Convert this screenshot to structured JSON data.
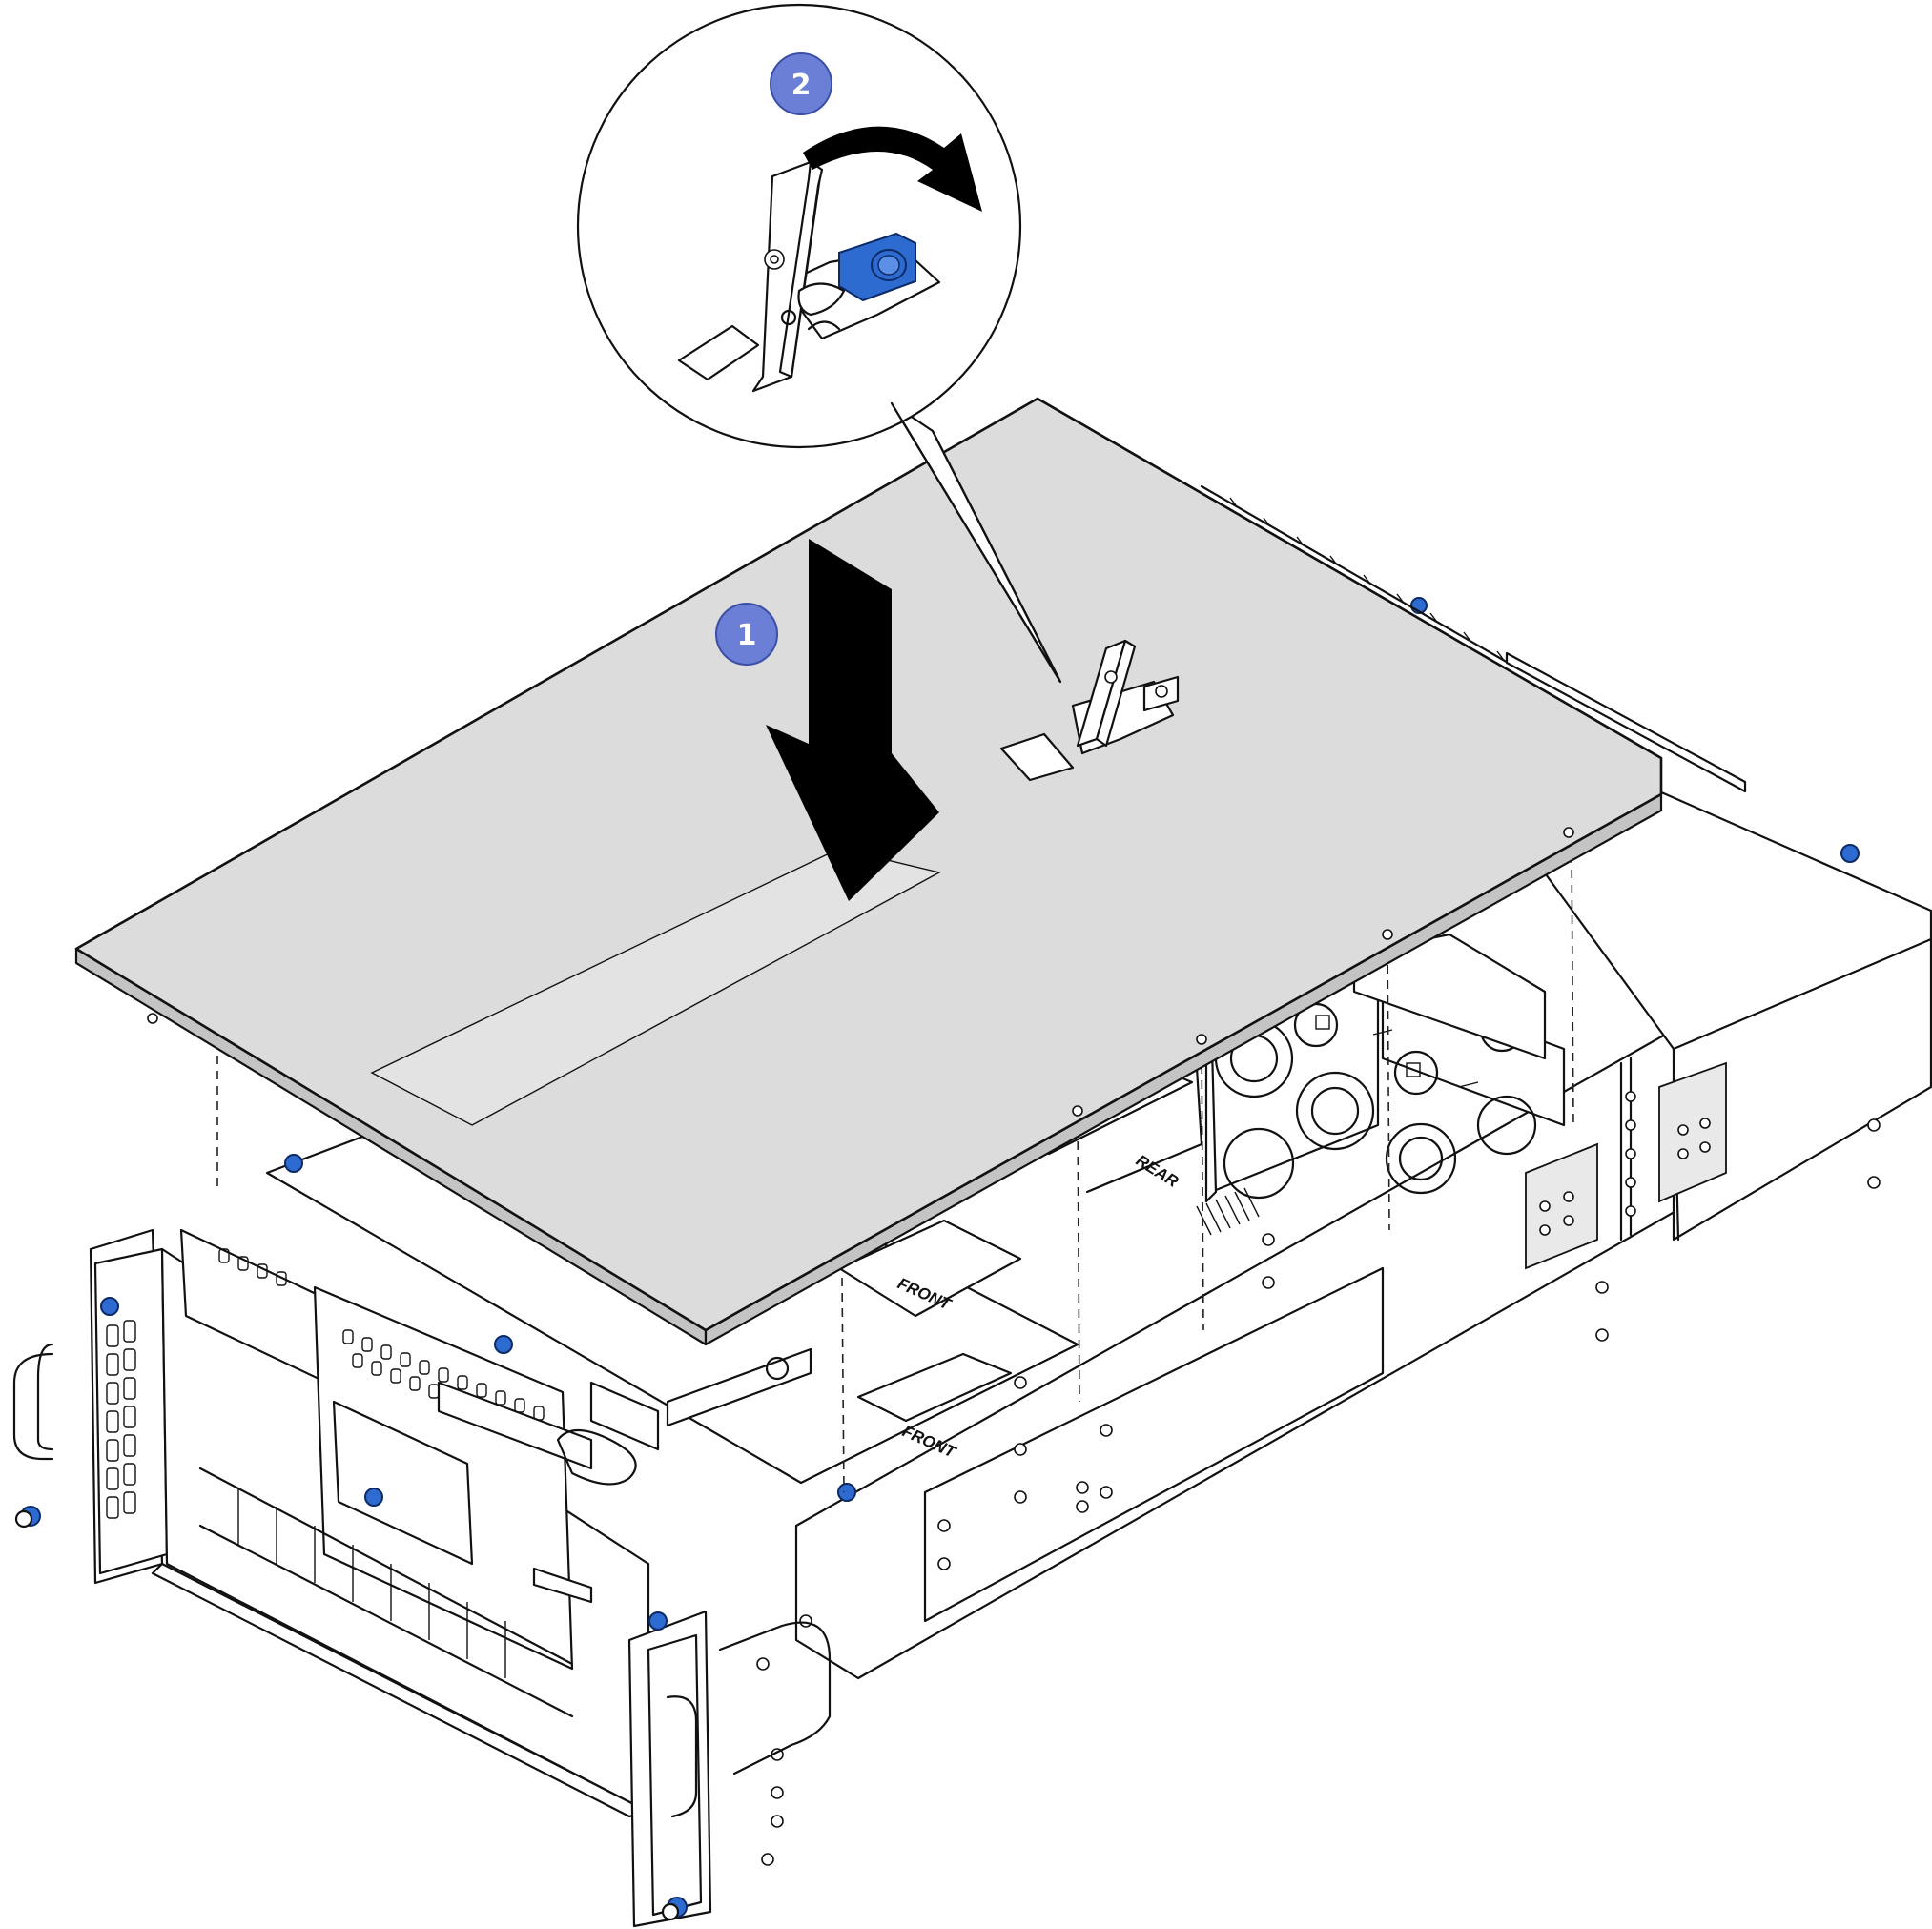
{
  "diagram": {
    "steps": [
      {
        "number": "1",
        "description_symbol": "down-arrow"
      },
      {
        "number": "2",
        "description_symbol": "curved-arrow"
      }
    ],
    "part_labels": {
      "rear": "REAR",
      "front_upper": "FRONT",
      "front_lower": "FRONT"
    },
    "colors": {
      "step_badge": "#6c7fd6",
      "latch_button": "#2e6bd0",
      "cover": "#dcdcdc"
    }
  }
}
